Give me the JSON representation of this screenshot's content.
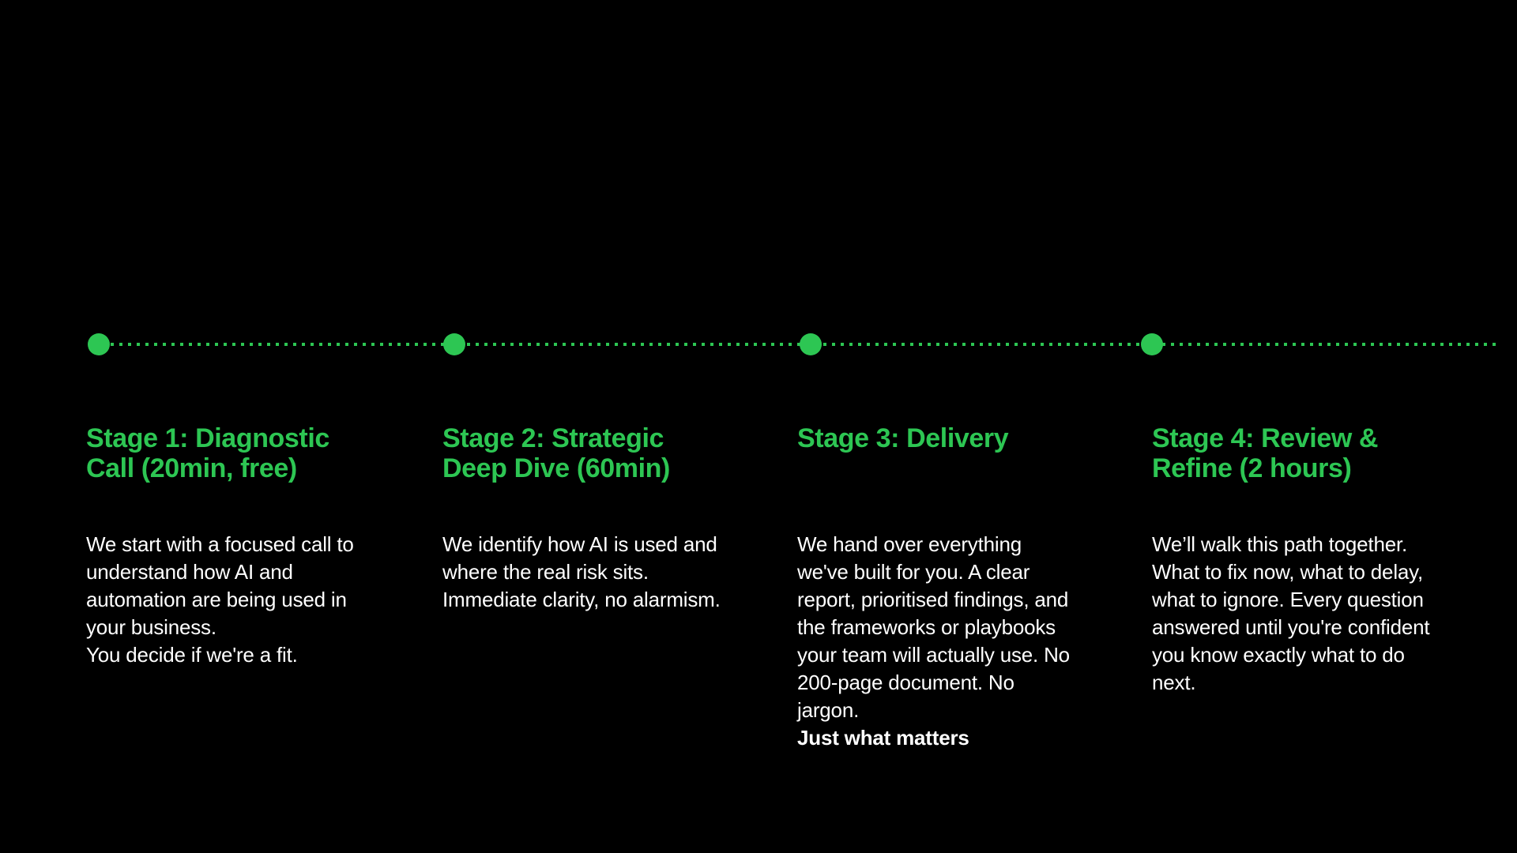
{
  "colors": {
    "accent": "#2DC653",
    "background": "#000000",
    "body_text": "#FFFFFF"
  },
  "timeline": {
    "stages": [
      {
        "title": "Stage 1: Diagnostic Call (20min, free)",
        "body": "We start with a focused call to understand how AI and automation are being used in your business.\nYou decide if we're a fit."
      },
      {
        "title": "Stage 2: Strategic Deep Dive (60min)",
        "body": "We identify how AI is used and where the real risk sits.\nImmediate clarity, no alarmism."
      },
      {
        "title": "Stage 3: Delivery",
        "body": "We hand over everything we've built for you. A clear report, prioritised findings, and the frameworks or playbooks your team will actually use. No 200-page document. No jargon.",
        "body_bold": "Just what matters"
      },
      {
        "title": "Stage 4: Review & Refine (2 hours)",
        "body": "We’ll walk this path together. What to fix now, what to delay, what to ignore. Every question answered until you're confident you know exactly what to do next."
      }
    ]
  }
}
